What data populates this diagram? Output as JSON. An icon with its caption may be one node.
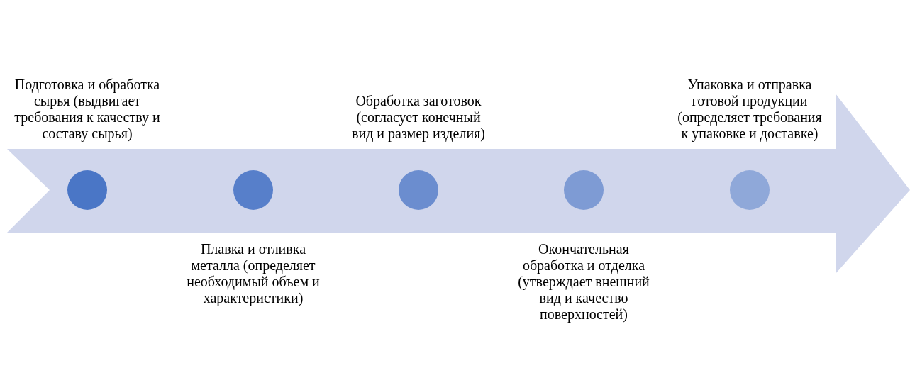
{
  "diagram": {
    "nodes": [
      {
        "text": [],
        "shape": "circle",
        "beside": [
          "Подготовка и обработка сырья (выдвигает требования к качеству и составу сырья)"
        ]
      },
      {
        "text": [],
        "shape": "circle",
        "beside": [
          "Плавка и отливка металла (определяет необходимый объем и характеристики)"
        ]
      },
      {
        "text": [],
        "shape": "circle",
        "beside": [
          "Обработка заготовок (согласует конечный вид и размер изделия)"
        ]
      },
      {
        "text": [],
        "shape": "circle",
        "beside": [
          "Окончательная обработка и отделка (утверждает внешний вид и качество поверхностей)"
        ]
      },
      {
        "text": [],
        "shape": "circle",
        "beside": [
          "Упаковка и отправка готовой продукции (определяет требования к упаковке и доставке)"
        ]
      }
    ],
    "edges": []
  }
}
